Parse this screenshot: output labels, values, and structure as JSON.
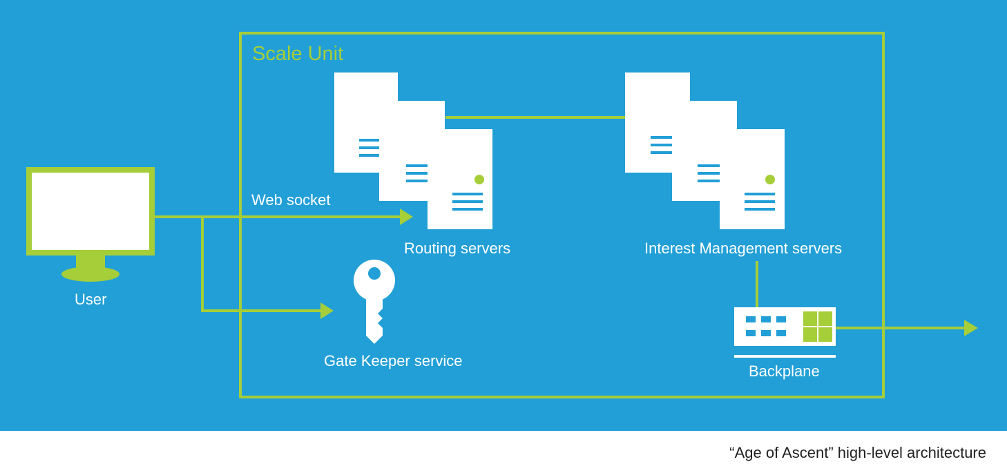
{
  "scale_unit": {
    "title": "Scale Unit"
  },
  "user": {
    "label": "User"
  },
  "connection": {
    "label": "Web socket"
  },
  "routing": {
    "label": "Routing servers"
  },
  "interest": {
    "label": "Interest Management servers"
  },
  "gatekeeper": {
    "label": "Gate Keeper service"
  },
  "backplane": {
    "label": "Backplane"
  },
  "caption": "“Age of Ascent” high-level architecture",
  "colors": {
    "background": "#229fd6",
    "accent": "#a6ce39",
    "server": "#ffffff",
    "caption_text": "#222222"
  },
  "icons": [
    "monitor-icon",
    "server-icon",
    "key-icon",
    "network-switch-icon"
  ]
}
